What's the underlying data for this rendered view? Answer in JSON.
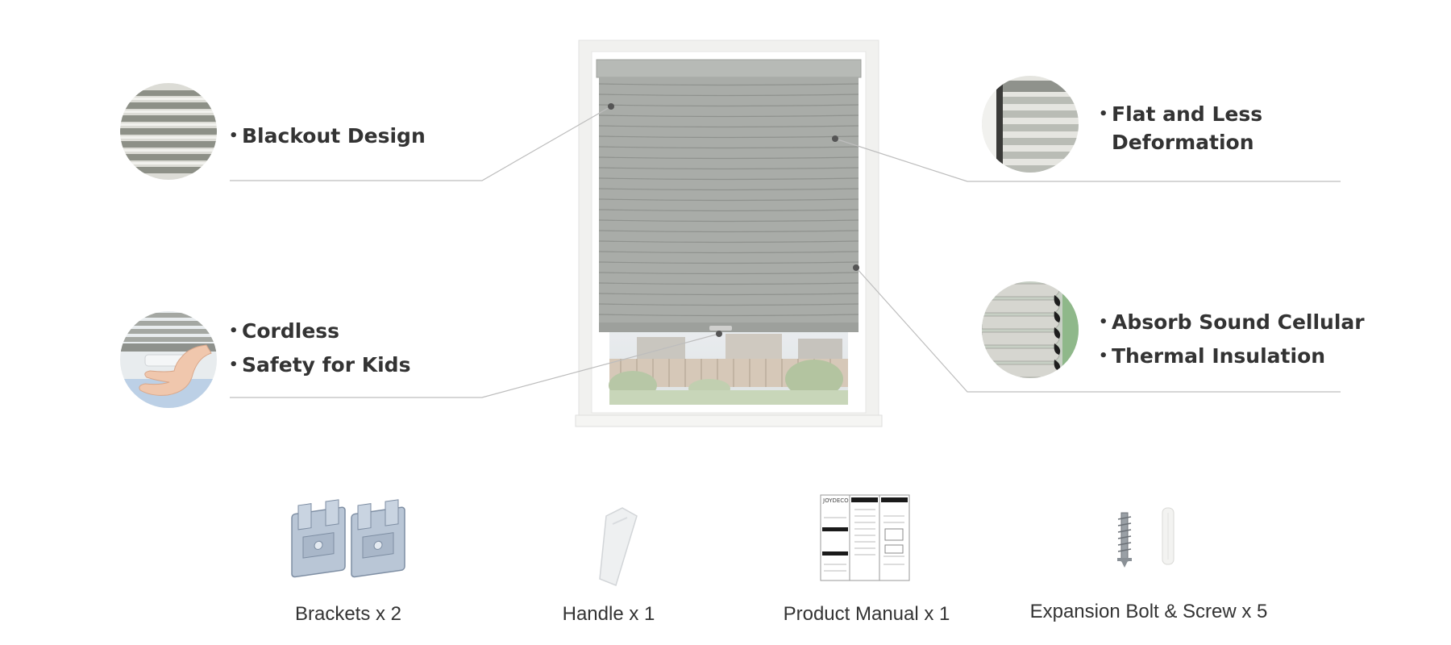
{
  "features": {
    "blackout": {
      "bullet": "•",
      "label": "Blackout Design"
    },
    "flat": {
      "bullet": "•",
      "line1": "Flat and Less",
      "line2": "Deformation"
    },
    "cordless": {
      "bullet": "•",
      "label1": "Cordless",
      "label2": "Safety for Kids"
    },
    "sound": {
      "bullet": "•",
      "label1": "Absorb Sound Cellular",
      "label2": "Thermal Insulation"
    }
  },
  "accessories": {
    "brackets": "Brackets x 2",
    "handle": "Handle x 1",
    "manual": "Product Manual x 1",
    "bolt": "Expansion Bolt & Screw x 5"
  },
  "manual_brand": "JOYDECO",
  "colors": {
    "shade": "#a9aca8",
    "shade_dark": "#8f928e",
    "frame": "#f4f4f2",
    "text": "#333333",
    "line": "#bdbdbd"
  }
}
